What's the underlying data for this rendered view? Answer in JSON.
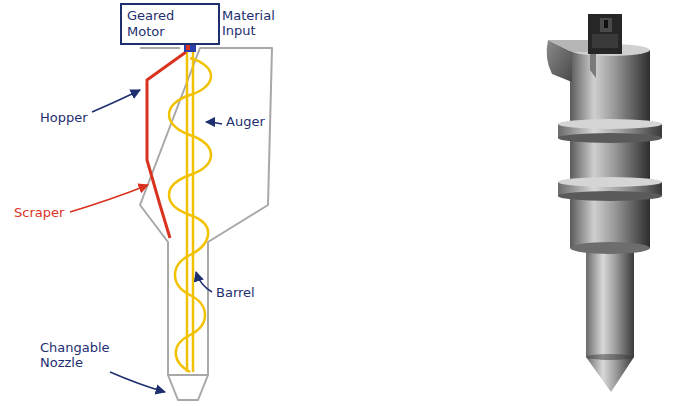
{
  "diagram": {
    "nodes": [
      {
        "text": [
          "Geared Motor"
        ]
      }
    ],
    "labels": [
      "Material Input",
      "Hopper",
      "Auger",
      "Scraper",
      "Barrel",
      "Changable Nozzle"
    ]
  }
}
